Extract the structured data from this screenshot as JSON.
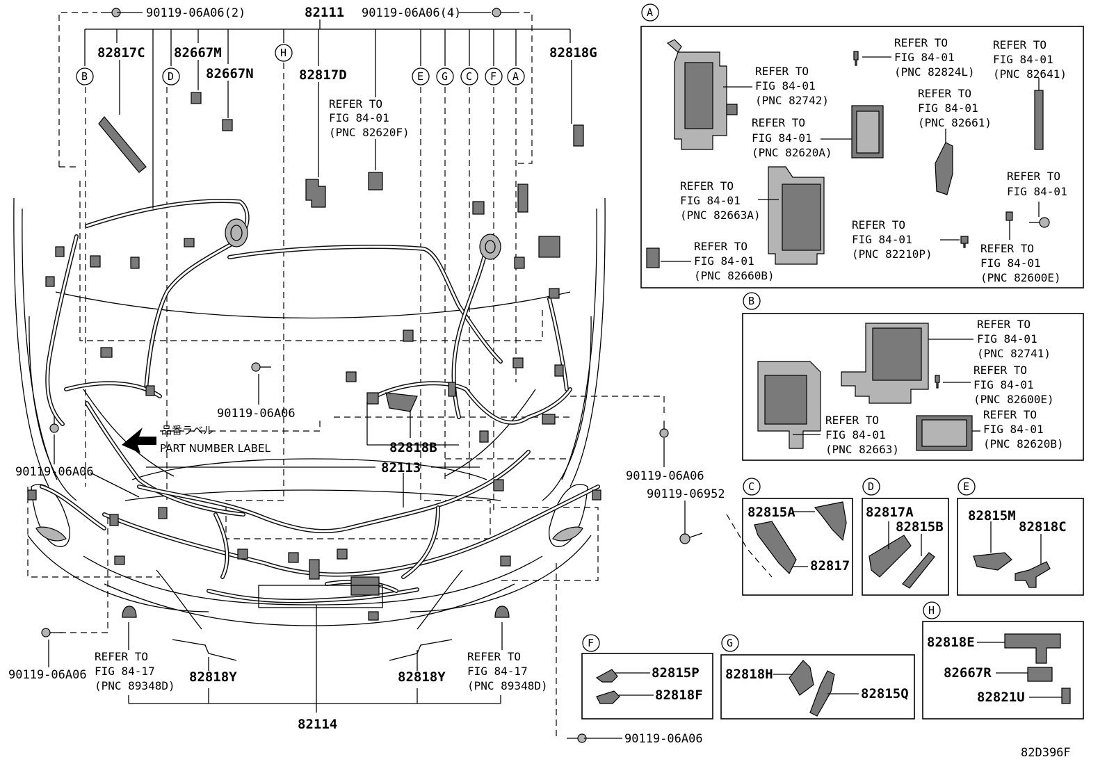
{
  "main": {
    "bolt_2": "90119-06A06(2)",
    "bolt_4": "90119-06A06(4)",
    "harness_top": "82111",
    "p82817C": "82817C",
    "p82667M": "82667M",
    "p82667N": "82667N",
    "p82817D": "82817D",
    "p82818G": "82818G",
    "ref_82620F": [
      "REFER TO",
      "FIG 84-01",
      "(PNC 82620F)"
    ],
    "bolt_center": "90119-06A06",
    "label_jp": "品番ラベル",
    "label_en": "PART NUMBER LABEL",
    "p82818B": "82818B",
    "p82113": "82113",
    "bolt_left": "90119-06A06",
    "bolt_right": "90119-06A06",
    "bolt_06952": "90119-06952",
    "bolt_bottom_left": "90119-06A06",
    "ref_89348D_left": [
      "REFER TO",
      "FIG 84-17",
      "(PNC 89348D)"
    ],
    "ref_89348D_right": [
      "REFER TO",
      "FIG 84-17",
      "(PNC 89348D)"
    ],
    "p82818Y_left": "82818Y",
    "p82818Y_right": "82818Y",
    "p82114": "82114",
    "bolt_bottom": "90119-06A06",
    "figure_code": "82D396F"
  },
  "circle_labels": {
    "A": "A",
    "B": "B",
    "C": "C",
    "D": "D",
    "E": "E",
    "F": "F",
    "G": "G",
    "H": "H"
  },
  "inset_a": {
    "ref_82742": [
      "REFER TO",
      "FIG 84-01",
      "(PNC 82742)"
    ],
    "ref_82824L": [
      "REFER TO",
      "FIG 84-01",
      "(PNC 82824L)"
    ],
    "ref_82641": [
      "REFER TO",
      "FIG 84-01",
      "(PNC 82641)"
    ],
    "ref_82620A": [
      "REFER TO",
      "FIG 84-01",
      "(PNC 82620A)"
    ],
    "ref_82661": [
      "REFER TO",
      "FIG 84-01",
      "(PNC 82661)"
    ],
    "ref_82663A": [
      "REFER TO",
      "FIG 84-01",
      "(PNC 82663A)"
    ],
    "ref_82210P": [
      "REFER TO",
      "FIG 84-01",
      "(PNC 82210P)"
    ],
    "ref_82660B": [
      "REFER TO",
      "FIG 84-01",
      "(PNC 82660B)"
    ],
    "ref_bolt": [
      "REFER TO",
      "FIG 84-01"
    ],
    "ref_82600E": [
      "REFER TO",
      "FIG 84-01",
      "(PNC 82600E)"
    ]
  },
  "inset_b": {
    "ref_82741": [
      "REFER TO",
      "FIG 84-01",
      "(PNC 82741)"
    ],
    "ref_82600E": [
      "REFER TO",
      "FIG 84-01",
      "(PNC 82600E)"
    ],
    "ref_82663": [
      "REFER TO",
      "FIG 84-01",
      "(PNC 82663)"
    ],
    "ref_82620B": [
      "REFER TO",
      "FIG 84-01",
      "(PNC 82620B)"
    ]
  },
  "inset_c": {
    "p1": "82815A",
    "p2": "82817"
  },
  "inset_d": {
    "p1": "82817A",
    "p2": "82815B"
  },
  "inset_e": {
    "p1": "82815M",
    "p2": "82818C"
  },
  "inset_f": {
    "p1": "82815P",
    "p2": "82818F"
  },
  "inset_g": {
    "p1": "82818H",
    "p2": "82815Q"
  },
  "inset_h": {
    "p1": "82818E",
    "p2": "82667R",
    "p3": "82821U"
  }
}
